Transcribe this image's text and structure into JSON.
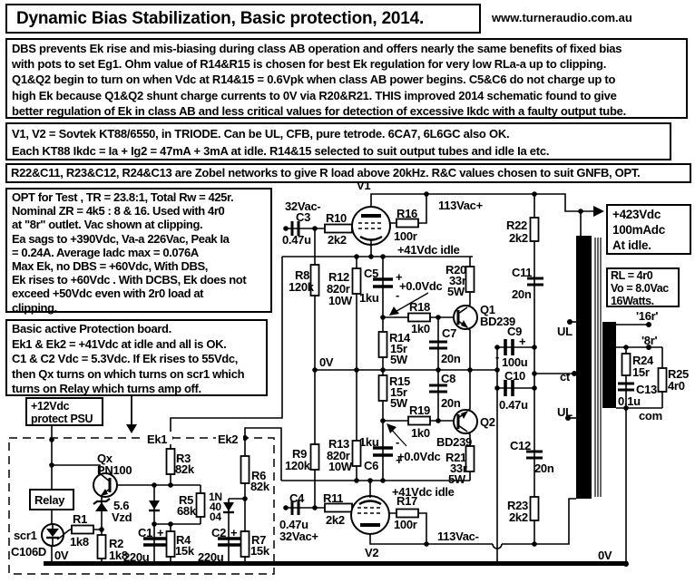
{
  "header": {
    "title": "Dynamic Bias Stabilization, Basic protection, 2014.",
    "website": "www.turneraudio.com.au"
  },
  "notes": {
    "dbs": [
      "DBS prevents Ek rise and mis-biasing during class AB operation and offers nearly the same benefits of fixed  bias",
      "with pots to set Eg1.  Ohm value of R14&R15 is chosen for best Ek regulation for  very low RLa-a up to clipping.",
      "Q1&Q2  begin to turn on when Vdc at R14&15 = 0.6Vpk  when class AB power begins.  C5&C6 do not charge up to",
      "high Ek because Q1&Q2 shunt charge  currents to 0V via R20&R21.      THIS improved 2014 schematic found to give",
      "better  regulation of Ek in class AB and less  critical values  for detection of excessive Ikdc  with a faulty output tube."
    ],
    "tubes": [
      "V1, V2 = Sovtek KT88/6550, in TRIODE.  Can be UL, CFB, pure  tetrode. 6CA7, 6L6GC  also OK.",
      "Each KT88 Ikdc = Ia + Ig2 = 47mA + 3mA at idle. R14&15 selected to suit output tubes  and idle Ia etc."
    ],
    "zobel": [
      "R22&C11, R23&C12, R24&C13 are Zobel networks  to give R load above 20kHz. R&C values chosen to suit GNFB, OPT."
    ],
    "opt": [
      "OPT for Test , TR = 23.8:1,  Total Rw = 425r.",
      "Nominal ZR = 4k5 : 8 & 16. Used with 4r0",
      "at \"8r\" outlet. Vac shown at clipping.",
      "Ea sags to +390Vdc, Va-a 226Vac,  Peak Ia",
      "= 0.24A.  Average Iadc max  = 0.076A",
      "Max Ek, no DBS = +60Vdc, With DBS,",
      "Ek rises to +60Vdc . With DCBS, Ek does not",
      "exceed  +50Vdc even with  2r0 load  at",
      "clipping."
    ],
    "protection": [
      "Basic active Protection board.",
      "Ek1 & Ek2 = +41Vdc at idle and all is OK.",
      "C1 & C2 Vdc = 5.3Vdc. If Ek rises to 55Vdc,",
      "then Qx turns on which turns  on scr1 which",
      "turns on Relay which turns amp off."
    ]
  },
  "boxes": {
    "psu": [
      "+12Vdc",
      "protect PSU"
    ],
    "b_plus": [
      "+423Vdc",
      "100mAdc",
      "At idle."
    ],
    "load": [
      "RL = 4r0",
      "Vo = 8.0Vac",
      "16Watts."
    ]
  },
  "labels": {
    "v1": "V1",
    "v2": "V2",
    "in_top": "32Vac-",
    "c3": "C3",
    "c3_val": "0.47u",
    "r10": "R10",
    "r10_val": "2k2",
    "r16": "R16",
    "r16_val": "100r",
    "vac_plus": "113Vac+",
    "vac_minus": "113Vac-",
    "rail_top": "+41Vdc idle",
    "rail_bot": "+41Vdc idle",
    "r8": "R8",
    "r8_val": "120k",
    "r9": "R9",
    "r9_val": "120k",
    "r12": "R12",
    "r12_val": "820r",
    "r12_w": "10W",
    "r13": "R13",
    "r13_val": "820r",
    "r13_w": "10W",
    "c5": "C5",
    "c5_val": "1ku",
    "c5_plus": "+",
    "c5_minus": "-",
    "c6": "C6",
    "c6_val": "1ku",
    "c6_plus": "+",
    "c6_minus": "-",
    "v00_top": "+0.0Vdc",
    "v00_bot": "+0.0Vdc",
    "r18": "R18",
    "r18_val": "1k0",
    "r19": "R19",
    "r19_val": "1k0",
    "q1": "Q1",
    "q1_type": "BD239",
    "q2": "Q2",
    "q2_type": "BD239",
    "r20": "R20",
    "r20_val": "33r",
    "r20_w": "5W",
    "r21": "R21",
    "r21_val": "33r",
    "r21_w": "5W",
    "r14": "R14",
    "r14_val": "15r",
    "r14_w": "5W",
    "r15": "R15",
    "r15_val": "15r",
    "r15_w": "5W",
    "c7": "C7",
    "c7_val": "20n",
    "c8": "C8",
    "c8_val": "20n",
    "zero_mid": "0V",
    "zero_right": "0V",
    "zero_scr": "0V",
    "c9": "C9",
    "c9_val": "100u",
    "c9_plus": "+",
    "c9_minus": "-",
    "c10": "C10",
    "c10_val": "0.47u",
    "c11": "C11",
    "c11_val": "20n",
    "c12": "C12",
    "c12_val": "20n",
    "r22": "R22",
    "r22_val": "2k2",
    "r23": "R23",
    "r23_val": "2k2",
    "c4": "C4",
    "c4_val": "0.47u",
    "in_bot": "32Vac+",
    "r11": "R11",
    "r11_val": "2k2",
    "r17": "R17",
    "r17_val": "100r",
    "ul1": "UL",
    "ul2": "UL",
    "ct": "ct",
    "s16": "'16r'",
    "s8": "'8r'",
    "com": "com",
    "r24": "R24",
    "r24_val": "15r",
    "r25": "R25",
    "r25_val": "4r0",
    "c13": "C13",
    "c13_val": "0.1u",
    "ek1": "Ek1",
    "ek2": "Ek2",
    "qx": "Qx",
    "qx_type": "PN100",
    "relay": "Relay",
    "vzd_val": "5.6",
    "vzd": "Vzd",
    "r1": "R1",
    "r1_val": "1k8",
    "r2": "R2",
    "r2_val": "1k8",
    "scr": "scr1",
    "scr_type": "C106D",
    "c1": "C1",
    "c1_plus": "+",
    "c1_val": "220u",
    "c2": "C2",
    "c2_plus": "+",
    "c2_val": "220u",
    "r3": "R3",
    "r3_val": "82k",
    "r4": "R4",
    "r4_val": "15k",
    "r5": "R5",
    "r5_val": "68k",
    "r6": "R6",
    "r6_val": "82k",
    "r7": "R7",
    "r7_val": "15k",
    "d2_1": "1N",
    "d2_2": "40",
    "d2_3": "04"
  }
}
